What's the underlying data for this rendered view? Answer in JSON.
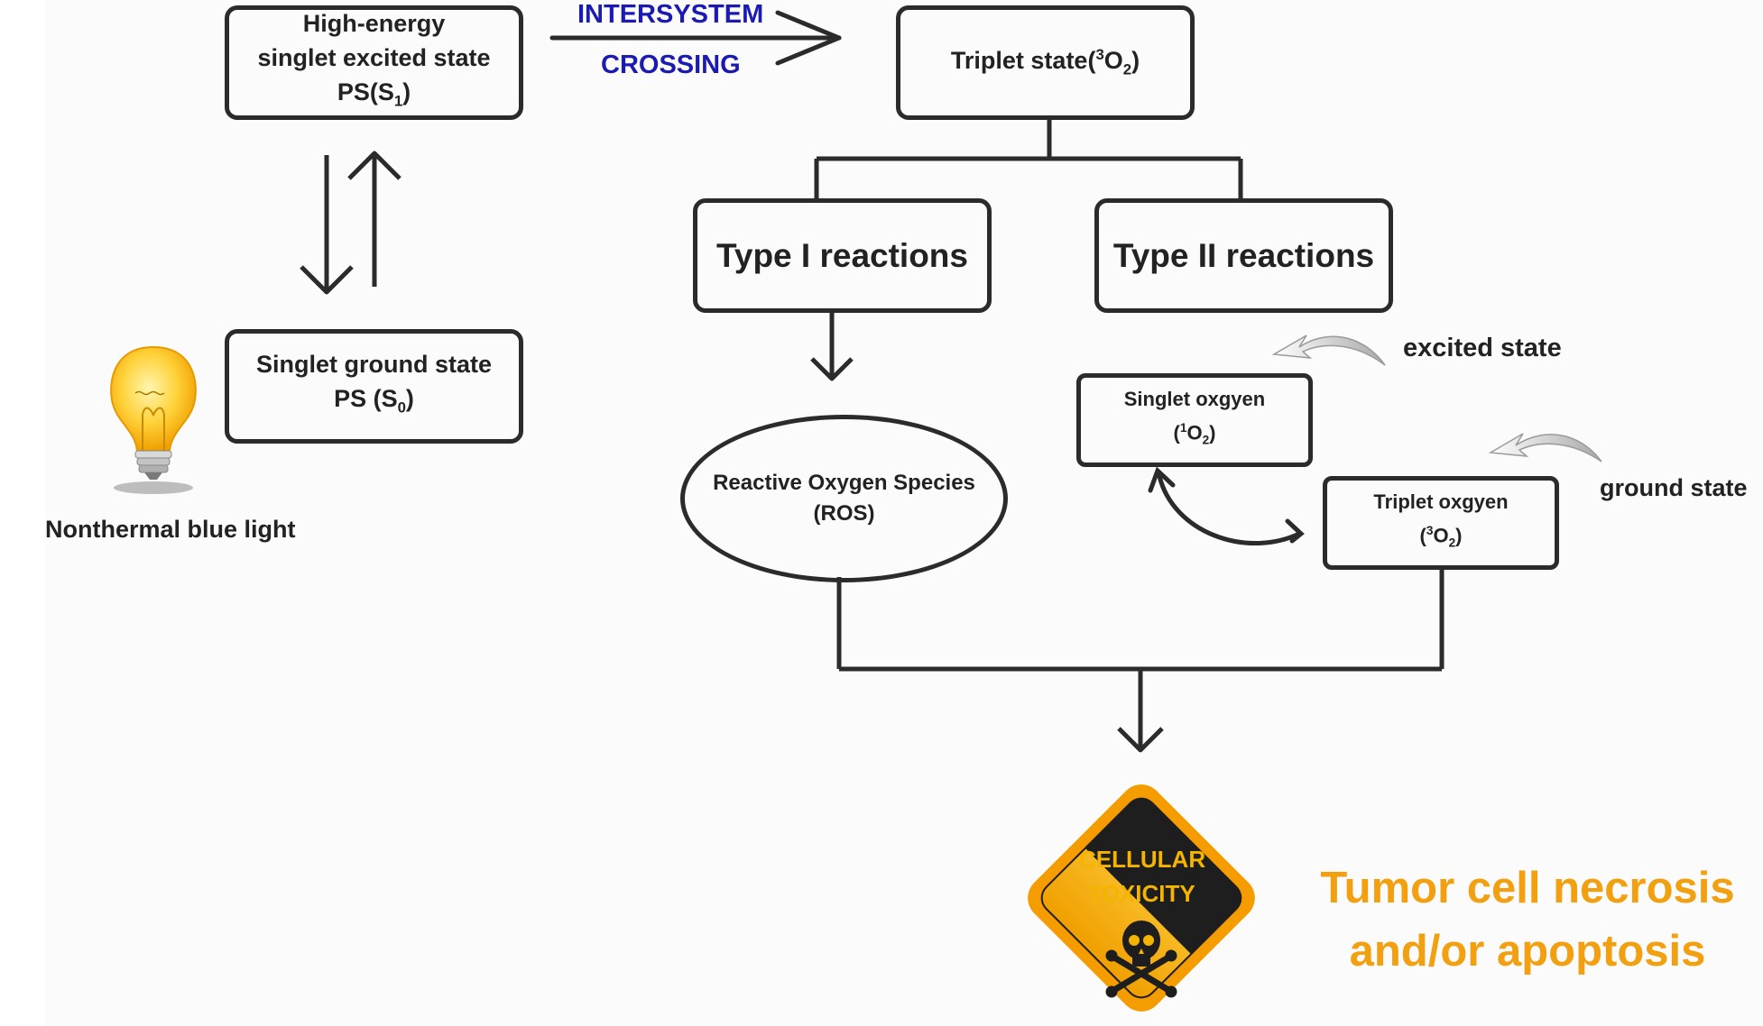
{
  "nodes": {
    "s1": {
      "line1": "High-energy",
      "line2": "singlet excited state",
      "line3_main": "PS(S",
      "line3_sub": "1",
      "line3_end": ")"
    },
    "s0": {
      "line1": "Singlet ground state",
      "line2_main": "PS (S",
      "line2_sub": "0",
      "line2_end": ")"
    },
    "triplet": {
      "main": "Triplet state(",
      "sup": "3",
      "o": "O",
      "sub": "2",
      "end": ")"
    },
    "type1": {
      "label": "Type I reactions"
    },
    "type2": {
      "label": "Type II reactions"
    },
    "ros": {
      "line1": "Reactive Oxygen Species",
      "line2": "(ROS)"
    },
    "singlet_oxygen": {
      "line1": "Singlet oxgyen",
      "open": "(",
      "sup": "1",
      "o": "O",
      "sub": "2",
      "end": ")"
    },
    "triplet_oxygen": {
      "line1": "Triplet oxgyen",
      "open": "(",
      "sup": "3",
      "o": "O",
      "sub": "2",
      "end": ")"
    }
  },
  "labels": {
    "isc_line1": "INTERSYSTEM",
    "isc_line2": "CROSSING",
    "excited_state": "excited state",
    "ground_state": "ground state",
    "light": "Nonthermal blue light",
    "warning_line1": "CELLULAR",
    "warning_line2": "TOXICITY",
    "outcome_line1": "Tumor cell necrosis",
    "outcome_line2": "and/or apoptosis"
  },
  "icons": [
    "lightbulb-icon",
    "skull-crossbones-icon",
    "curved-arrow-icon"
  ],
  "colors": {
    "isc_text": "#1b1bb3",
    "outcome_text": "#f2a010",
    "warning_fill": "#f5b400",
    "stroke": "#2b2b2b"
  }
}
